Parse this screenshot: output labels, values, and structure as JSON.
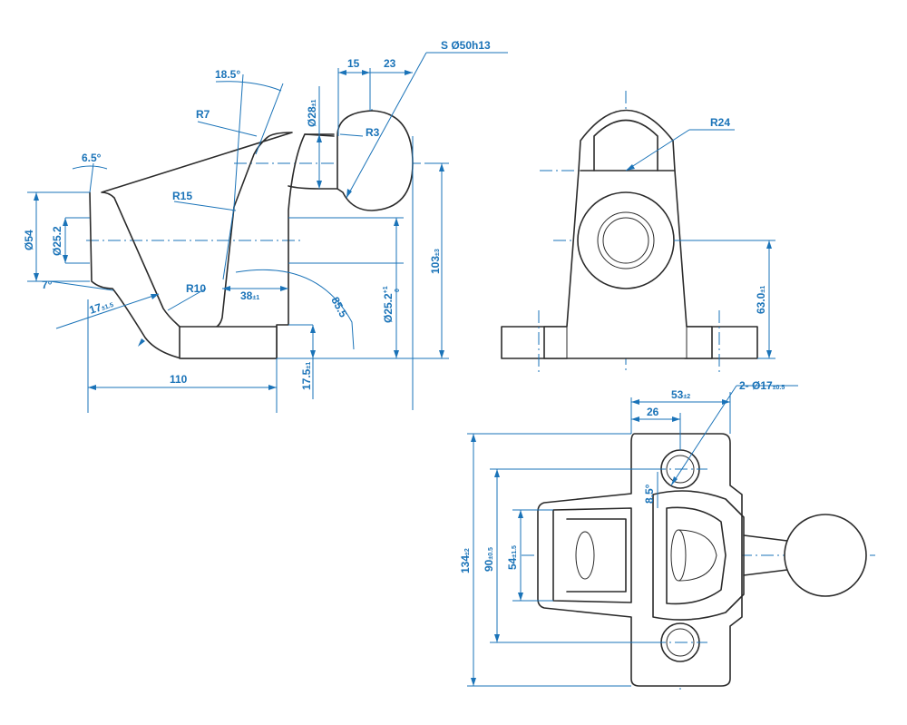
{
  "side_view": {
    "a_6_5": "6.5°",
    "a_18_5": "18.5°",
    "r7": "R7",
    "r15": "R15",
    "r3": "R3",
    "r10": "R10",
    "d28": "Ø28",
    "d28_tol": "±1",
    "d15": "15",
    "d23": "23",
    "sphere": "S Ø50h13",
    "d54": "Ø54",
    "d25_2": "Ø25.2",
    "a_7": "7°",
    "d17": "17",
    "d17_tol": "±1.5",
    "d38": "38",
    "d38_tol": "±1",
    "d85_5": "85.5",
    "d25_2v": "Ø25.2",
    "d25_2v_tol_up": "+1",
    "d25_2v_tol_lo": "0",
    "d103": "103",
    "d103_tol": "±3",
    "d17_5": "17.5",
    "d17_5_tol": "±1",
    "d110": "110"
  },
  "front_view": {
    "r24": "R24",
    "d63": "63.0",
    "d63_tol": "±1"
  },
  "top_view": {
    "d53": "53",
    "d53_tol": "±2",
    "d26": "26",
    "holes": "2- Ø17",
    "holes_tol": "±0.5",
    "a_8_5": "8.5°",
    "d134": "134",
    "d134_tol": "±2",
    "d90": "90",
    "d90_tol": "±0.5",
    "d54": "54",
    "d54_tol": "±1.5"
  }
}
